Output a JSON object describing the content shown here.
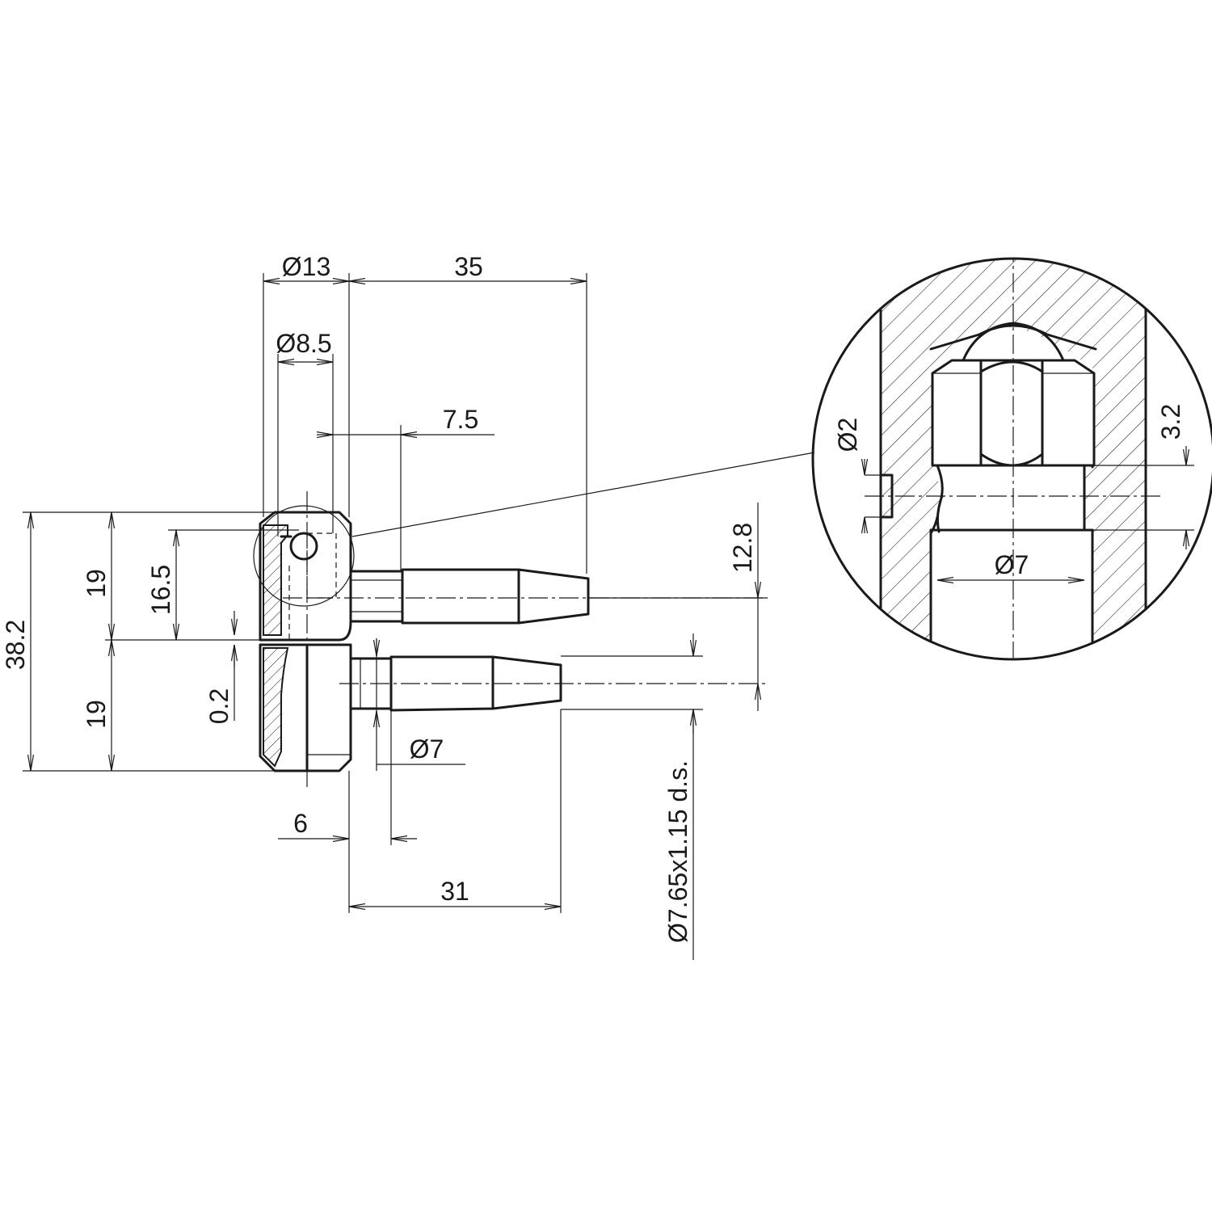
{
  "dimensions": {
    "dia_13": "Ø13",
    "len_35": "35",
    "dia_8_5": "Ø8.5",
    "len_7_5": "7.5",
    "height_38_2": "38.2",
    "height_19_top": "19",
    "height_19_bottom": "19",
    "height_16_5": "16.5",
    "gap_0_2": "0.2",
    "offset_12_8": "12.8",
    "dia_7_pin": "Ø7",
    "len_6": "6",
    "len_31": "31",
    "thread_spec": "Ø7.65x1.15 d.s."
  },
  "detail": {
    "dia_2": "Ø2",
    "len_3_2": "3.2",
    "dia_7": "Ø7"
  }
}
